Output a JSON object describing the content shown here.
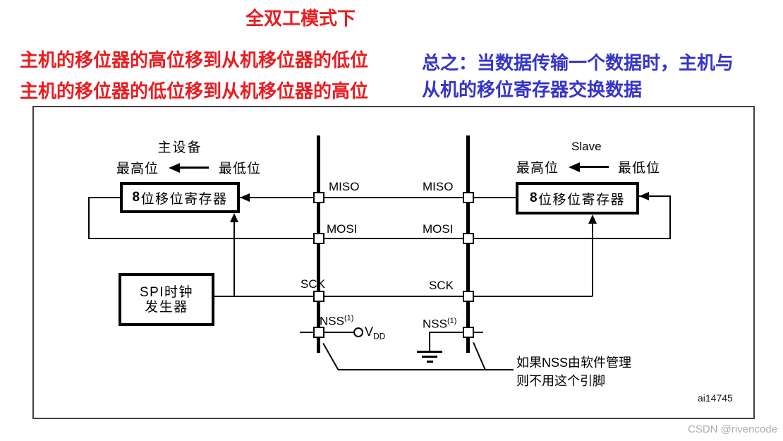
{
  "header": {
    "title": "全双工模式下",
    "red_lines": [
      "主机的移位器的高位移到从机移位器的低位",
      "主机的移位器的低位移到从机移位器的高位"
    ],
    "blue_lines": [
      "总之：当数据传输一个数据时，主机与",
      "从机的移位寄存器交换数据"
    ]
  },
  "diagram": {
    "master_title": "主设备",
    "slave_title": "Slave",
    "msb": "最高位",
    "lsb": "最低位",
    "register_num": "8",
    "register_text": "位移位寄存器",
    "clock_line1": "SPI时钟",
    "clock_line2": "发生器",
    "signals": {
      "miso": "MISO",
      "mosi": "MOSI",
      "sck": "SCK",
      "nss": "NSS",
      "nss_sup": "(1)"
    },
    "vdd": {
      "base": "V",
      "sub": "DD"
    },
    "note": [
      "如果NSS由软件管理",
      "则不用这个引脚"
    ],
    "figure_id": "ai14745"
  },
  "watermark": "CSDN @rivencode",
  "colors": {
    "red": "#ea1c20",
    "blue": "#3534cb",
    "line": "#000000",
    "watermark_gray": "#adadad"
  }
}
